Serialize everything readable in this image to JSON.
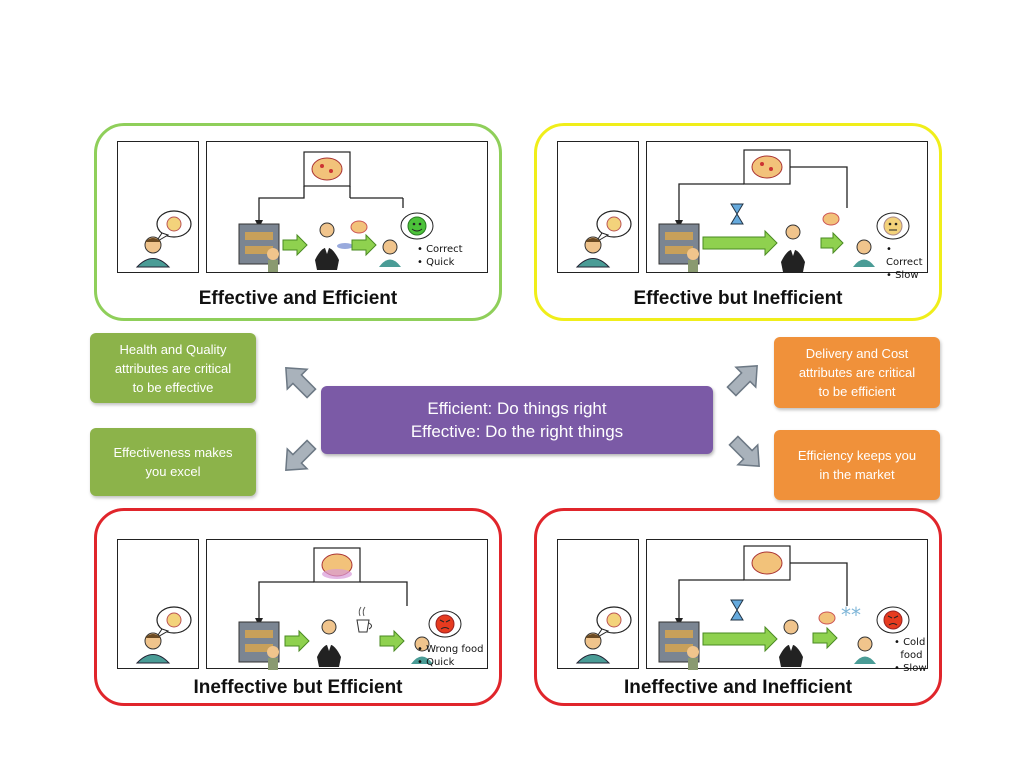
{
  "quadrants": {
    "tl": {
      "title": "Effective and Efficient",
      "bullets": [
        "Correct",
        "Quick"
      ],
      "border_color": "#8fcf5a",
      "face_color": "#4cc23a"
    },
    "tr": {
      "title": "Effective but Inefficient",
      "bullets": [
        "Correct",
        "Slow"
      ],
      "border_color": "#f0ee1a",
      "face_color": "#f3d27a"
    },
    "bl": {
      "title": "Ineffective but Efficient",
      "bullets": [
        "Wrong food",
        "Quick"
      ],
      "border_color": "#e0252b",
      "face_color": "#e63b1f"
    },
    "br": {
      "title": "Ineffective and Inefficient",
      "bullets": [
        "Cold",
        "food",
        "Slow"
      ],
      "border_color": "#e0252b",
      "face_color": "#e63b1f"
    }
  },
  "center": {
    "line1": "Efficient: Do things right",
    "line2": "Effective: Do the right things",
    "color": "#7b5aa6"
  },
  "side": {
    "health": {
      "line1": "Health and Quality",
      "line2": "attributes are critical",
      "line3": "to be effective",
      "color": "#8cb34a"
    },
    "excel": {
      "line1": "Effectiveness makes",
      "line2": "you excel",
      "color": "#8cb34a"
    },
    "delivery": {
      "line1": "Delivery and Cost",
      "line2": "attributes are critical",
      "line3": "to be efficient",
      "color": "#f0913a"
    },
    "market": {
      "line1": "Efficiency keeps you",
      "line2": "in the market",
      "color": "#f0913a"
    }
  }
}
